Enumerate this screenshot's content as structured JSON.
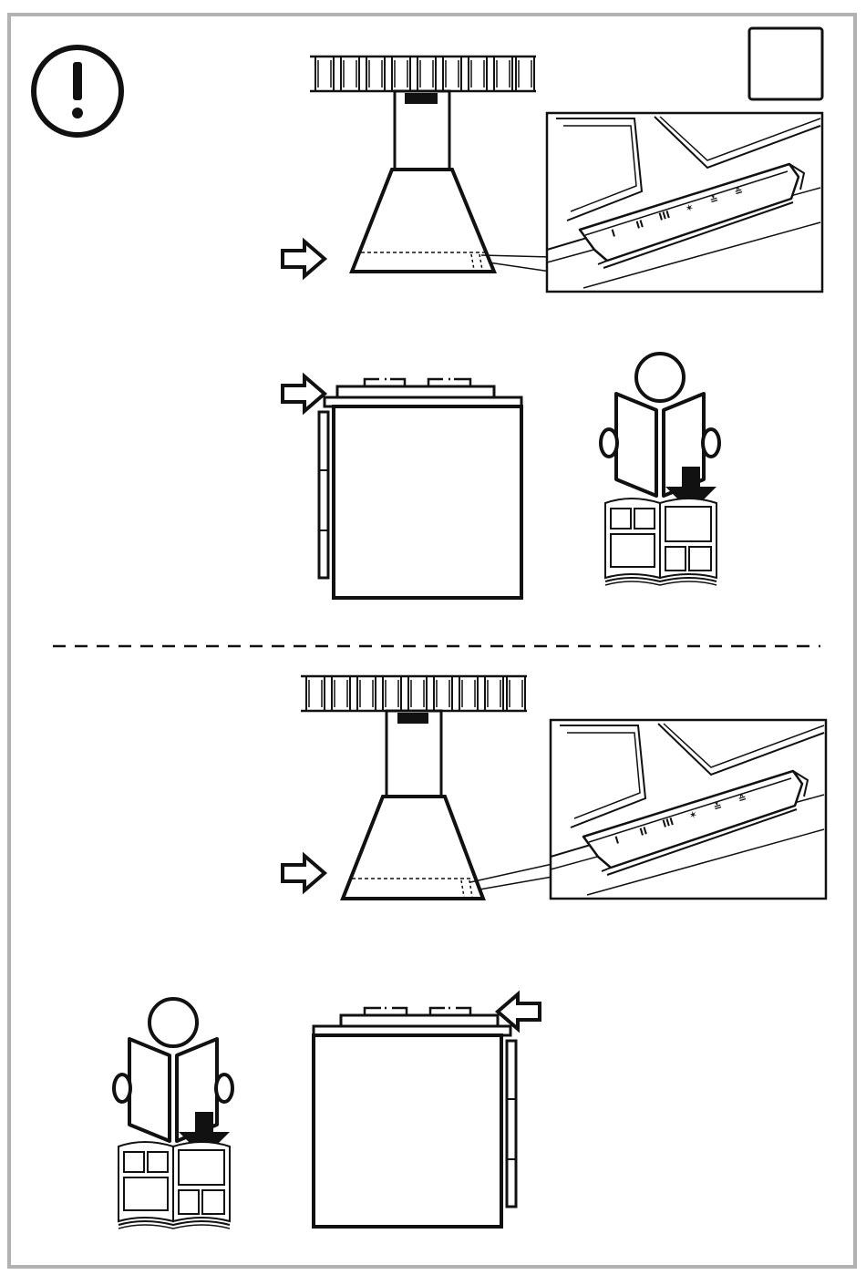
{
  "colors": {
    "ink": "#111111",
    "frame": "#b2b2b2",
    "paper": "#ffffff",
    "panel_shadow": "#999999"
  },
  "icons": [
    "warning-exclamation-icon",
    "hood-chimney-icon",
    "arrow-right-icon",
    "arrow-left-icon",
    "control-panel-icon",
    "cooker-icon",
    "read-manual-icon",
    "open-book-icon",
    "empty-square-box"
  ],
  "control_panel": {
    "buttons": [
      "I",
      "II",
      "III",
      "✶",
      "≚",
      "≙"
    ]
  }
}
